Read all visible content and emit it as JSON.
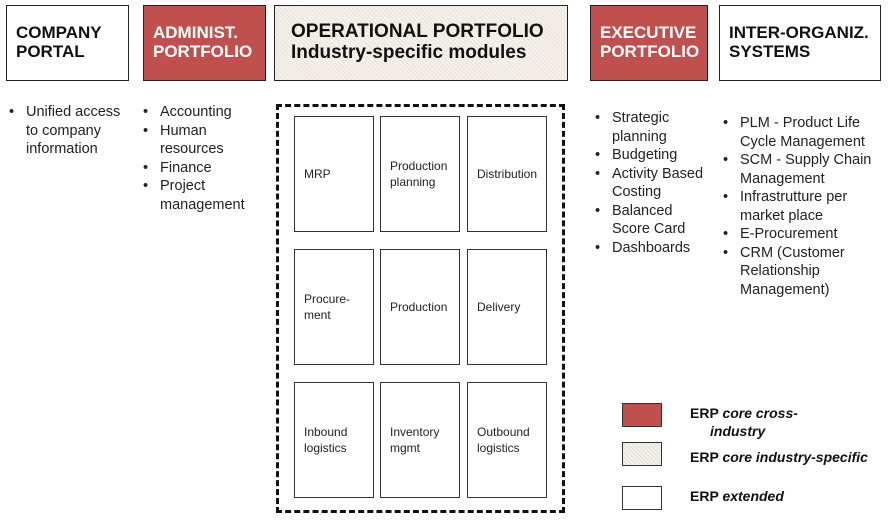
{
  "colors": {
    "core_cross_industry": "#c0504d",
    "core_industry_specific": "#f5f2ea",
    "extended": "#ffffff"
  },
  "headers": {
    "company_portal": "COMPANY PORTAL",
    "administ_portfolio": "ADMINIST. PORTFOLIO",
    "operational_title": "OPERATIONAL PORTFOLIO",
    "operational_sub": "Industry-specific modules",
    "executive_portfolio": "EXECUTIVE PORTFOLIO",
    "inter_org_systems": "INTER-ORGANIZ. SYSTEMS"
  },
  "company_portal_items": [
    "Unified access to company information"
  ],
  "administ_items": [
    "Accounting",
    "Human resources",
    "Finance",
    "Project management"
  ],
  "executive_items": [
    "Strategic planning",
    "Budgeting",
    "Activity Based Costing",
    "Balanced Score Card",
    "Dashboards"
  ],
  "inter_org_items": [
    "PLM - Product Life Cycle Management",
    "SCM - Supply Chain Management",
    "Infrastrutture per market place",
    "E-Procurement",
    "CRM (Customer Relationship Management)"
  ],
  "modules": [
    "MRP",
    "Production planning",
    "Distribution",
    "Procure-ment",
    "Production",
    "Delivery",
    "Inbound logistics",
    "Inventory mgmt",
    "Outbound logistics"
  ],
  "legend": {
    "cross_prefix": "ERP",
    "cross_em": "core cross-",
    "cross_cont": "industry",
    "specific_prefix": "ERP",
    "specific_em": "core industry-specific",
    "extended_prefix": "ERP",
    "extended_em": "extended"
  }
}
